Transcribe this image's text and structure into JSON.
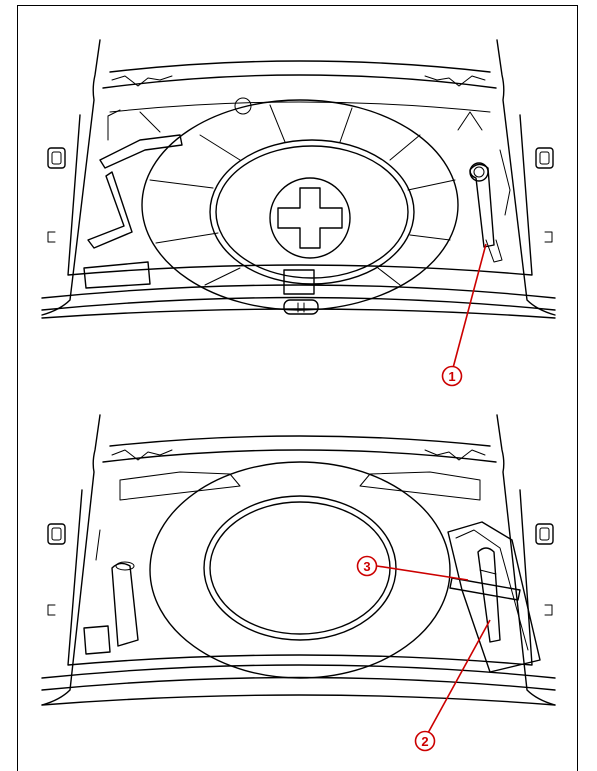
{
  "callouts": [
    {
      "id": "1",
      "label": "1"
    },
    {
      "id": "2",
      "label": "2"
    },
    {
      "id": "3",
      "label": "3"
    }
  ],
  "colors": {
    "callout": "#cc0000",
    "line": "#000000",
    "background": "#ffffff"
  }
}
